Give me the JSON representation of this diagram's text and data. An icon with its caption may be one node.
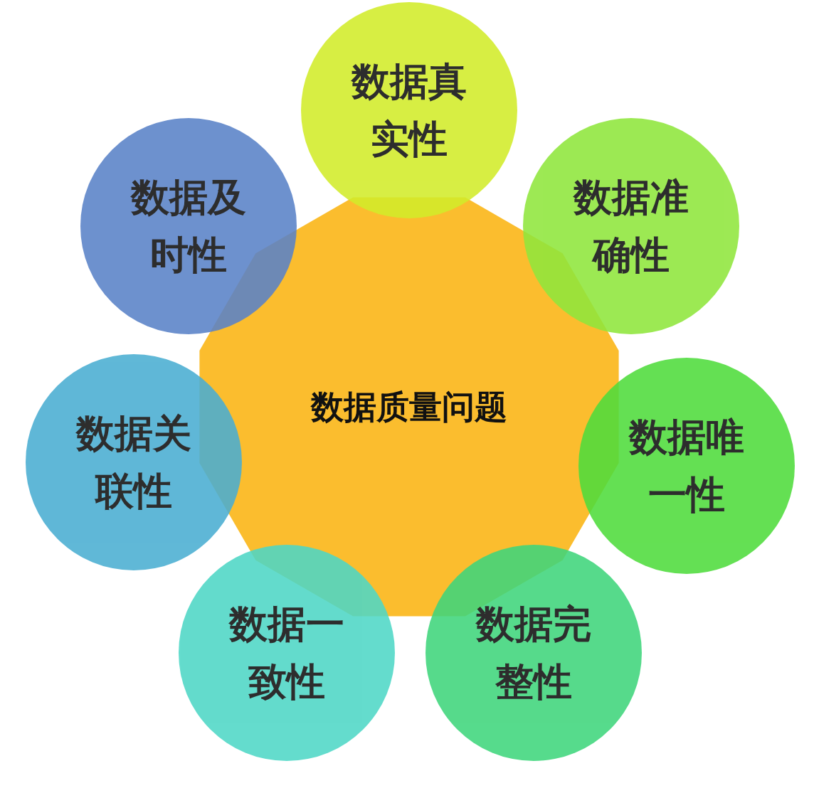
{
  "diagram": {
    "nodes": [
      {
        "text": [
          "数据质量问题"
        ]
      },
      {
        "text": [
          "数据真实性"
        ]
      },
      {
        "text": [
          "数据准确性"
        ]
      },
      {
        "text": [
          "数据唯一性"
        ]
      },
      {
        "text": [
          "数据完整性"
        ]
      },
      {
        "text": [
          "数据一致性"
        ]
      },
      {
        "text": [
          "数据关联性"
        ]
      },
      {
        "text": [
          "数据及时性"
        ]
      }
    ]
  }
}
